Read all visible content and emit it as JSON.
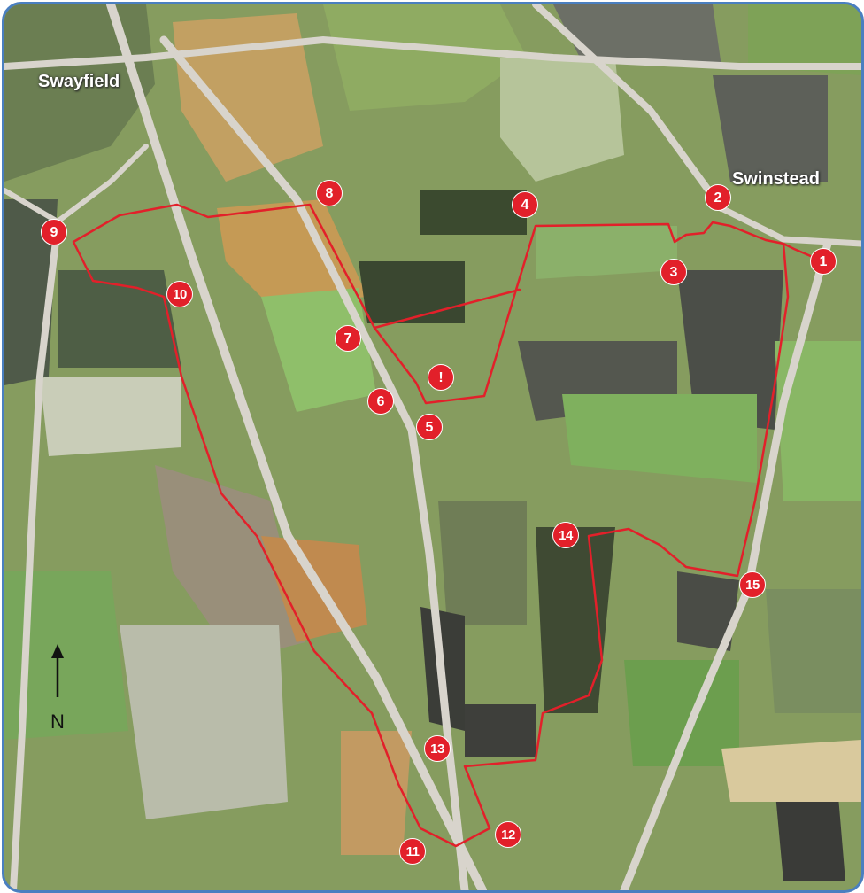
{
  "places": {
    "swayfield": "Swayfield",
    "swinstead": "Swinstead"
  },
  "markers": [
    "1",
    "2",
    "3",
    "4",
    "5",
    "6",
    "7",
    "8",
    "9",
    "10",
    "11",
    "12",
    "13",
    "14",
    "15",
    "!"
  ],
  "north_label": "N",
  "colors": {
    "route": "#e2202a",
    "marker": "#e2202a",
    "frame": "#4a7fc0",
    "road": "#d8d4cc"
  }
}
